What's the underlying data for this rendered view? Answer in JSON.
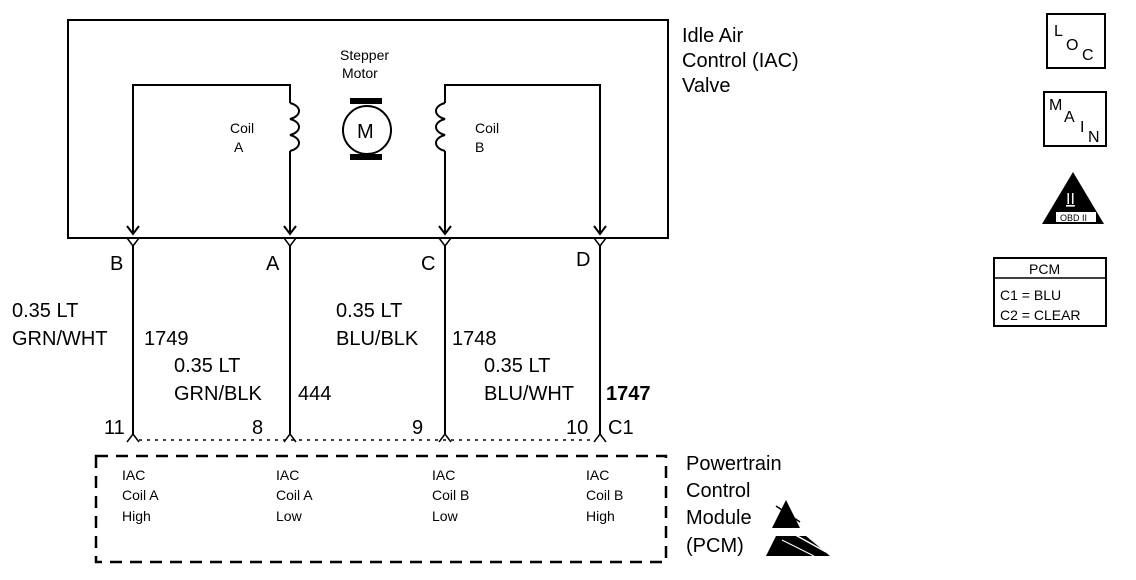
{
  "iac": {
    "title_line1": "Idle Air",
    "title_line2": "Control (IAC)",
    "title_line3": "Valve",
    "motor_label_1": "Stepper",
    "motor_label_2": "Motor",
    "motor_symbol": "M",
    "coil_a_1": "Coil",
    "coil_a_2": "A",
    "coil_b_1": "Coil",
    "coil_b_2": "B"
  },
  "pins": {
    "b": "B",
    "a": "A",
    "c": "C",
    "d": "D"
  },
  "wires": [
    {
      "gauge": "0.35 LT",
      "color": "GRN/WHT",
      "circuit": "1749",
      "pcm_pin": "11"
    },
    {
      "gauge": "0.35 LT",
      "color": "GRN/BLK",
      "circuit": "444",
      "pcm_pin": "8"
    },
    {
      "gauge": "0.35 LT",
      "color": "BLU/BLK",
      "circuit": "1748",
      "pcm_pin": "9"
    },
    {
      "gauge": "0.35 LT",
      "color": "BLU/WHT",
      "circuit": "1747",
      "pcm_pin": "10"
    }
  ],
  "connector_id": "C1",
  "pcm": {
    "title_line1": "Powertrain",
    "title_line2": "Control",
    "title_line3": "Module",
    "title_line4": "(PCM)",
    "terminals": [
      {
        "l1": "IAC",
        "l2": "Coil A",
        "l3": "High"
      },
      {
        "l1": "IAC",
        "l2": "Coil A",
        "l3": "Low"
      },
      {
        "l1": "IAC",
        "l2": "Coil B",
        "l3": "Low"
      },
      {
        "l1": "IAC",
        "l2": "Coil B",
        "l3": "High"
      }
    ]
  },
  "legend": {
    "loc_l": "L",
    "loc_o": "O",
    "loc_c": "C",
    "main_m": "M",
    "main_a": "A",
    "main_i": "I",
    "main_n": "N",
    "obd_numeral": "II",
    "obd_label": "OBD II",
    "pcm_header": "PCM",
    "pcm_c1": "C1 = BLU",
    "pcm_c2": "C2 = CLEAR"
  }
}
